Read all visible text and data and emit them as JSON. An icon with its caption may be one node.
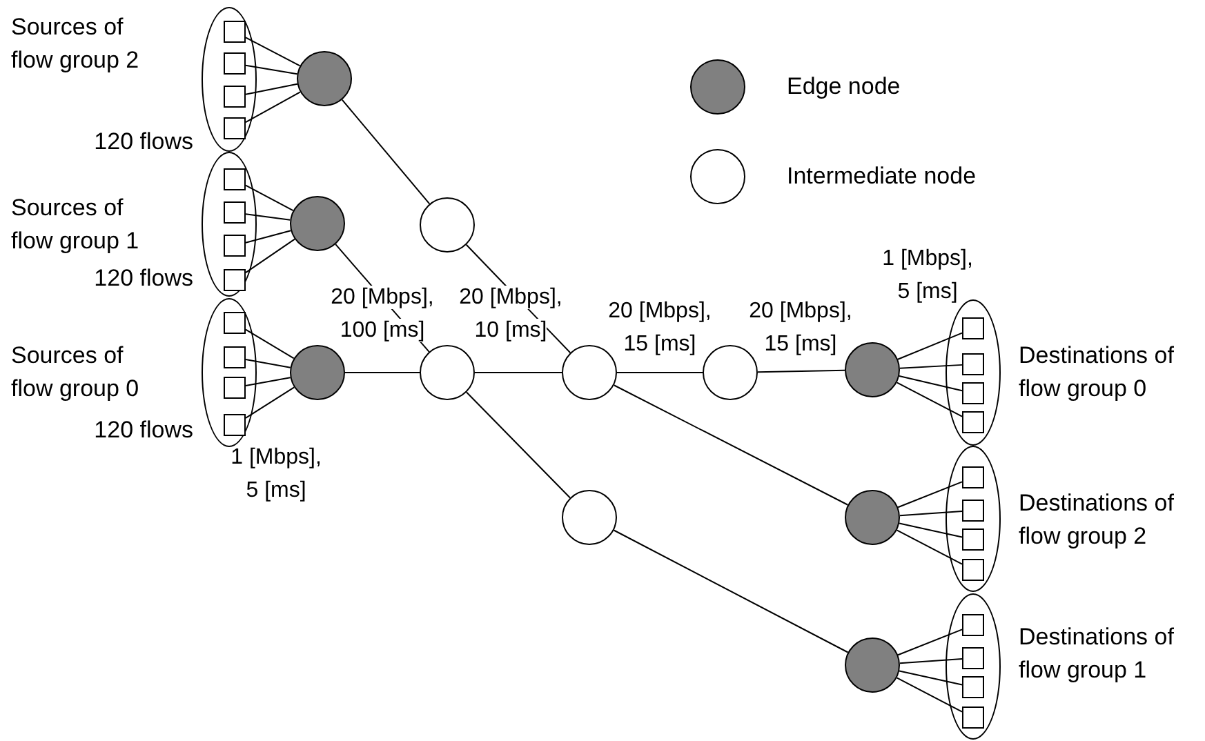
{
  "diagram": {
    "nodes": [
      {
        "text": [],
        "shape": "ellipse",
        "beside": [
          "Sources of flow group 2",
          "120 flows"
        ]
      },
      {
        "text": [],
        "shape": "box",
        "in": 0
      },
      {
        "text": [],
        "shape": "box",
        "in": 0
      },
      {
        "text": [],
        "shape": "box",
        "in": 0
      },
      {
        "text": [],
        "shape": "box",
        "in": 0
      },
      {
        "text": [],
        "shape": "circle"
      },
      {
        "text": [],
        "shape": "ellipse",
        "beside": [
          "Sources of flow group 1",
          "120 flows"
        ]
      },
      {
        "text": [],
        "shape": "box",
        "in": 6
      },
      {
        "text": [],
        "shape": "box",
        "in": 6
      },
      {
        "text": [],
        "shape": "box",
        "in": 6
      },
      {
        "text": [],
        "shape": "box",
        "in": 6
      },
      {
        "text": [],
        "shape": "circle"
      },
      {
        "text": [],
        "shape": "ellipse",
        "beside": [
          "Sources of flow group 0",
          "120 flows"
        ]
      },
      {
        "text": [],
        "shape": "box",
        "in": 12
      },
      {
        "text": [],
        "shape": "box",
        "in": 12
      },
      {
        "text": [],
        "shape": "box",
        "in": 12
      },
      {
        "text": [],
        "shape": "box",
        "in": 12
      },
      {
        "text": [],
        "shape": "circle"
      },
      {
        "text": [],
        "shape": "circle"
      },
      {
        "text": [],
        "shape": "circle"
      },
      {
        "text": [],
        "shape": "circle"
      },
      {
        "text": [],
        "shape": "circle"
      },
      {
        "text": [],
        "shape": "circle"
      },
      {
        "text": [],
        "shape": "circle"
      },
      {
        "text": [],
        "shape": "ellipse",
        "beside": [
          "Destinations of flow group 0"
        ]
      },
      {
        "text": [],
        "shape": "box",
        "in": 24
      },
      {
        "text": [],
        "shape": "box",
        "in": 24
      },
      {
        "text": [],
        "shape": "box",
        "in": 24
      },
      {
        "text": [],
        "shape": "box",
        "in": 24
      },
      {
        "text": [],
        "shape": "circle"
      },
      {
        "text": [],
        "shape": "ellipse",
        "beside": [
          "Destinations of flow group 2"
        ]
      },
      {
        "text": [],
        "shape": "box",
        "in": 30
      },
      {
        "text": [],
        "shape": "box",
        "in": 30
      },
      {
        "text": [],
        "shape": "box",
        "in": 30
      },
      {
        "text": [],
        "shape": "box",
        "in": 30
      },
      {
        "text": [],
        "shape": "circle"
      },
      {
        "text": [],
        "shape": "ellipse",
        "beside": [
          "Destinations of flow group 1"
        ]
      },
      {
        "text": [],
        "shape": "box",
        "in": 36
      },
      {
        "text": [],
        "shape": "box",
        "in": 36
      },
      {
        "text": [],
        "shape": "box",
        "in": 36
      },
      {
        "text": [],
        "shape": "box",
        "in": 36
      }
    ],
    "edges": [
      {
        "from": 1,
        "to": 5,
        "arrow": "none"
      },
      {
        "from": 2,
        "to": 5,
        "arrow": "none"
      },
      {
        "from": 3,
        "to": 5,
        "arrow": "none"
      },
      {
        "from": 4,
        "to": 5,
        "arrow": "none"
      },
      {
        "from": 7,
        "to": 11,
        "arrow": "none"
      },
      {
        "from": 8,
        "to": 11,
        "arrow": "none"
      },
      {
        "from": 9,
        "to": 11,
        "arrow": "none"
      },
      {
        "from": 10,
        "to": 11,
        "arrow": "none"
      },
      {
        "from": 13,
        "to": 17,
        "arrow": "none"
      },
      {
        "from": 14,
        "to": 17,
        "arrow": "none"
      },
      {
        "from": 15,
        "to": 17,
        "arrow": "none"
      },
      {
        "from": 16,
        "to": 17,
        "arrow": "none"
      },
      {
        "from": 5,
        "to": 18,
        "arrow": "none"
      },
      {
        "from": 18,
        "to": 20,
        "arrow": "none"
      },
      {
        "from": 11,
        "to": 19,
        "arrow": "none"
      },
      {
        "from": 17,
        "to": 19,
        "arrow": "none",
        "label": "20 [Mbps], 100 [ms]"
      },
      {
        "from": 19,
        "to": 20,
        "arrow": "none",
        "label": "20 [Mbps], 10 [ms]"
      },
      {
        "from": 19,
        "to": 22,
        "arrow": "none"
      },
      {
        "from": 20,
        "to": 21,
        "arrow": "none",
        "label": "20 [Mbps], 15 [ms]"
      },
      {
        "from": 20,
        "to": 29,
        "arrow": "none"
      },
      {
        "from": 21,
        "to": 23,
        "arrow": "none",
        "label": "20 [Mbps], 15 [ms]"
      },
      {
        "from": 22,
        "to": 35,
        "arrow": "none"
      },
      {
        "from": 23,
        "to": 25,
        "arrow": "none"
      },
      {
        "from": 23,
        "to": 26,
        "arrow": "none"
      },
      {
        "from": 23,
        "to": 27,
        "arrow": "none"
      },
      {
        "from": 23,
        "to": 28,
        "arrow": "none"
      },
      {
        "from": 29,
        "to": 31,
        "arrow": "none"
      },
      {
        "from": 29,
        "to": 32,
        "arrow": "none"
      },
      {
        "from": 29,
        "to": 33,
        "arrow": "none"
      },
      {
        "from": 29,
        "to": 34,
        "arrow": "none"
      },
      {
        "from": 35,
        "to": 37,
        "arrow": "none"
      },
      {
        "from": 35,
        "to": 38,
        "arrow": "none"
      },
      {
        "from": 35,
        "to": 39,
        "arrow": "none"
      },
      {
        "from": 35,
        "to": 40,
        "arrow": "none"
      }
    ],
    "labels": [
      "1 [Mbps], 5 [ms]",
      "1 [Mbps], 5 [ms]"
    ],
    "legend": [
      {
        "text": "Edge node"
      },
      {
        "text": "Intermediate node"
      }
    ]
  }
}
